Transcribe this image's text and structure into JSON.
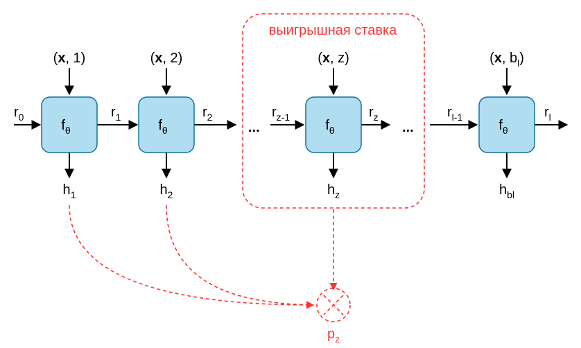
{
  "diagram": {
    "func_label": "f",
    "func_sub": "θ",
    "region_title": "выигрышная ставка",
    "ellipsis": "...",
    "inputs": [
      {
        "pre": "(",
        "bold": "x",
        "post": ", 1)",
        "sub": ""
      },
      {
        "pre": "(",
        "bold": "x",
        "post": ", 2)",
        "sub": ""
      },
      {
        "pre": "(",
        "bold": "x",
        "post": ", z)",
        "sub": ""
      },
      {
        "pre": "(",
        "bold": "x",
        "post": ", b",
        "sub": "l",
        "close": ")"
      }
    ],
    "states": [
      {
        "base": "r",
        "sub": "0"
      },
      {
        "base": "r",
        "sub": "1"
      },
      {
        "base": "r",
        "sub": "2"
      },
      {
        "base": "r",
        "sub": "z-1"
      },
      {
        "base": "r",
        "sub": "z"
      },
      {
        "base": "r",
        "sub": "l-1"
      },
      {
        "base": "r",
        "sub": "l"
      }
    ],
    "outputs": [
      {
        "base": "h",
        "sub": "1"
      },
      {
        "base": "h",
        "sub": "2"
      },
      {
        "base": "h",
        "sub": "z"
      },
      {
        "base": "h",
        "sub": "bl"
      }
    ],
    "product": {
      "base": "p",
      "sub": "z"
    },
    "colors": {
      "node_fill": "#b1ddf0",
      "node_stroke": "#10739e",
      "highlight": "#ff3333"
    }
  }
}
